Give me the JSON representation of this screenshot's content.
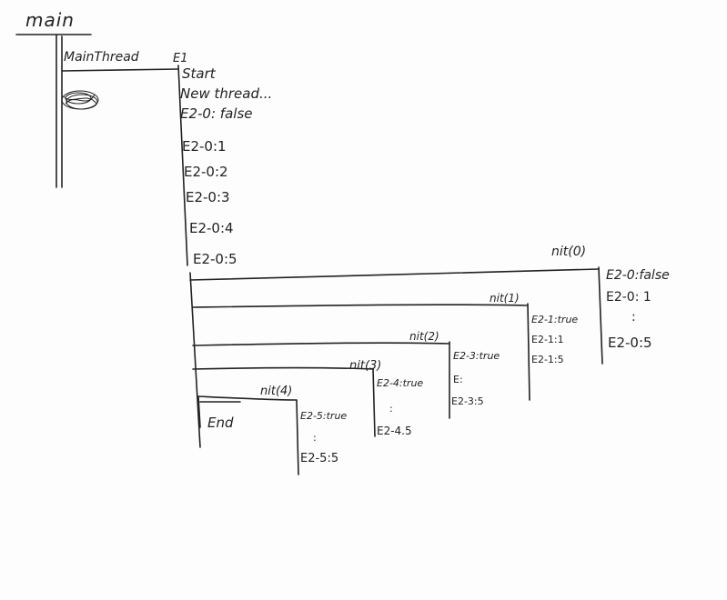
{
  "title": "main",
  "main_thread_label": "MainThread",
  "e1_label": "E1",
  "e1_lines": [
    "Start",
    "New thread...",
    "E2-0: false",
    "E2-0:1",
    "E2-0:2",
    "E2-0:3",
    "E2-0:4",
    "E2-0:5"
  ],
  "threads": [
    {
      "label": "nit(0)",
      "lines": [
        "E2-0:false",
        "E2-0: 1",
        ":",
        "E2-0:5"
      ]
    },
    {
      "label": "nit(1)",
      "lines": [
        "E2-1:true",
        "E2-1:1",
        "E2-1:5"
      ]
    },
    {
      "label": "nit(2)",
      "lines": [
        "E2-3:true",
        "E:",
        "E2-3:5"
      ]
    },
    {
      "label": "nit(3)",
      "lines": [
        "E2-4:true",
        ":",
        "E2-4.5"
      ]
    },
    {
      "label": "nit(4)",
      "lines": [
        "E2-5:true",
        ":",
        "E2-5:5"
      ]
    }
  ],
  "end_label": "End",
  "colors": {
    "ink": "#222222",
    "paper": "#fdfdfd"
  }
}
